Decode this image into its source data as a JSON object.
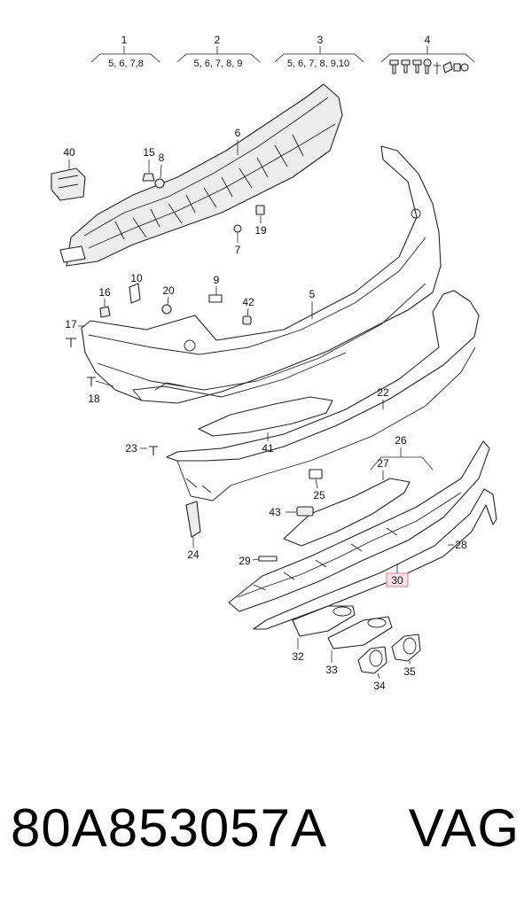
{
  "diagram": {
    "groups": [
      {
        "id": "1",
        "contents": "5, 6, 7,8"
      },
      {
        "id": "2",
        "contents": "5, 6, 7, 8, 9"
      },
      {
        "id": "3",
        "contents": "5, 6, 7, 8, 9,10"
      },
      {
        "id": "4",
        "contents": ""
      }
    ],
    "callouts": [
      "40",
      "15",
      "8",
      "6",
      "19",
      "7",
      "10",
      "16",
      "20",
      "9",
      "42",
      "5",
      "17",
      "18",
      "22",
      "41",
      "23",
      "26",
      "27",
      "25",
      "43",
      "24",
      "29",
      "28",
      "30",
      "32",
      "33",
      "34",
      "35"
    ],
    "highlighted_callout": "30"
  },
  "footer": {
    "part_number": "80A853057A",
    "brand": "VAG"
  }
}
